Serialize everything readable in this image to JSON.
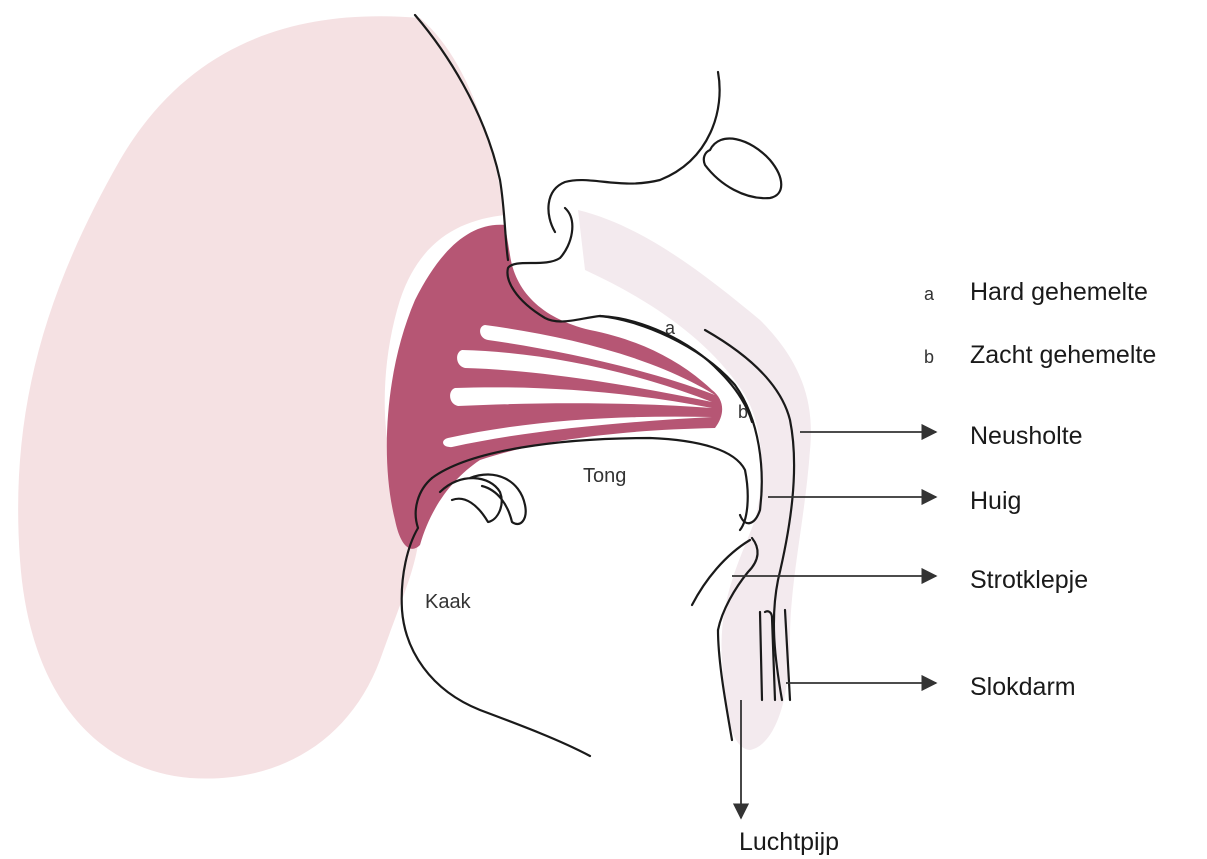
{
  "labels": {
    "hard_palate_letter": "a",
    "hard_palate": "Hard gehemelte",
    "soft_palate_letter": "b",
    "soft_palate": "Zacht gehemelte",
    "nasal_cavity": "Neusholte",
    "uvula": "Huig",
    "epiglottis": "Strotklepje",
    "esophagus": "Slokdarm",
    "trachea": "Luchtpijp",
    "tongue": "Tong",
    "jaw": "Kaak",
    "marker_a": "a",
    "marker_b": "b"
  },
  "colors": {
    "head_fill": "#f5e1e3",
    "mouth_fill": "#b65674",
    "passage_fill": "#f3eaee",
    "outline": "#1a1a1a"
  }
}
